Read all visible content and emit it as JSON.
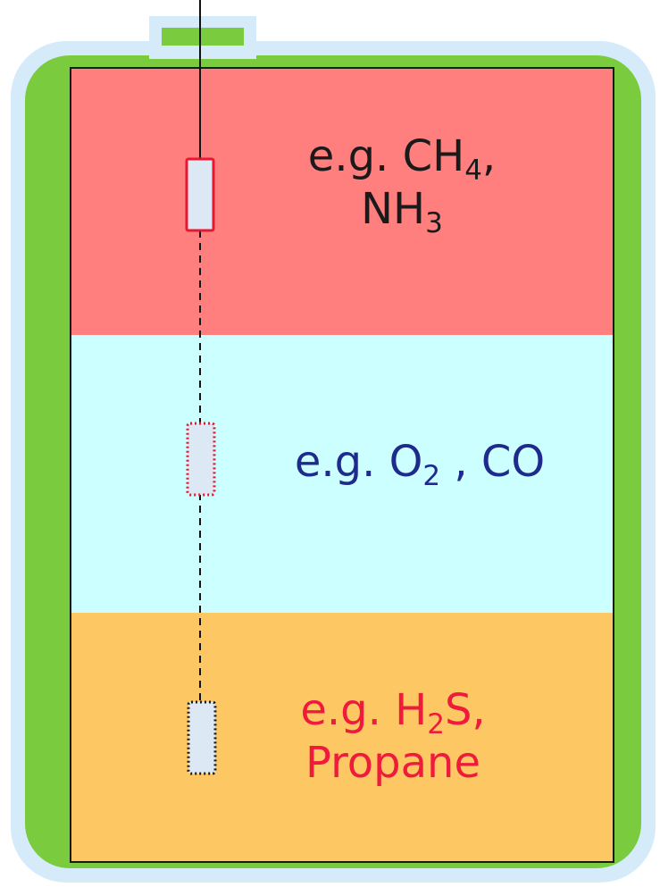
{
  "colors": {
    "tank_outline": "#d6ebfa",
    "tank_body": "#7acb3d",
    "layer_top": "#ff7f7f",
    "layer_middle": "#ccffff",
    "layer_bottom": "#fdc864",
    "sensor_fill": "#dde8f5",
    "top_text": "#1a1a1a",
    "middle_text": "#1e2b8c",
    "bottom_text": "#ef1b3c"
  },
  "layers": {
    "top": {
      "line1_prefix": "e.g. CH",
      "line1_sub": "4",
      "line1_suffix": ",",
      "line2_prefix": "NH",
      "line2_sub": "3"
    },
    "middle": {
      "prefix": "e.g. O",
      "sub": "2",
      "suffix": " , CO"
    },
    "bottom": {
      "line1_prefix": "e.g. H",
      "line1_sub": "2",
      "line1_suffix": "S,",
      "line2": "Propane"
    }
  },
  "sensors": [
    {
      "name": "sensor-top",
      "border_color": "#e8162f",
      "style": "solid"
    },
    {
      "name": "sensor-middle",
      "border_color": "#e8162f",
      "style": "dotted"
    },
    {
      "name": "sensor-bottom",
      "border_color": "#1a1a1a",
      "style": "dotted"
    }
  ]
}
